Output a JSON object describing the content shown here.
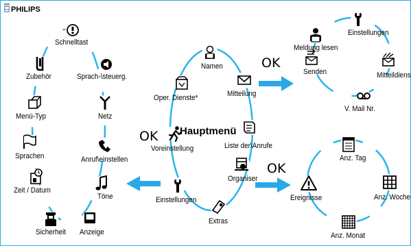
{
  "brand": "PHILIPS",
  "hub_title": "Hauptmenü",
  "ok_label": "OK",
  "colors": {
    "ring": "#29b5ec",
    "arrow": "#2aa8e6",
    "frame": "#29a9e8"
  },
  "main_menu": {
    "items": [
      {
        "id": "namen",
        "label": "Namen",
        "icon": "person-book-icon"
      },
      {
        "id": "mitteilung",
        "label": "Mitteilung",
        "icon": "envelope-icon"
      },
      {
        "id": "liste-anrufe",
        "label": "Liste der\\Anrufe",
        "icon": "call-list-icon"
      },
      {
        "id": "organiser",
        "label": "Organiser",
        "icon": "organiser-icon"
      },
      {
        "id": "extras",
        "label": "Extras",
        "icon": "extras-icon"
      },
      {
        "id": "einstellungen",
        "label": "Einstellungen",
        "icon": "wrench-icon"
      },
      {
        "id": "voreinstellung",
        "label": "Voreinstellung",
        "icon": "runner-icon"
      },
      {
        "id": "oper-dienste",
        "label": "Oper. Dienste*",
        "icon": "operator-icon"
      }
    ]
  },
  "messages_menu": {
    "items": [
      {
        "id": "meldung-lesen",
        "label": "Meldung lesen",
        "icon": "reader-icon"
      },
      {
        "id": "einstellungen",
        "label": "Einstellungen",
        "icon": "wrench-icon"
      },
      {
        "id": "mitteilungsdienst",
        "label": "Mitteildienst",
        "icon": "envelope-broadcast-icon"
      },
      {
        "id": "v-mail-nr",
        "label": "V. Mail Nr.",
        "icon": "voicemail-icon"
      },
      {
        "id": "senden",
        "label": "Senden",
        "icon": "send-envelope-icon"
      }
    ]
  },
  "settings_menu": {
    "items": [
      {
        "id": "schnelltast",
        "label": "Schnelltast",
        "icon": "hotkey-icon"
      },
      {
        "id": "sprachsteuerg",
        "label": "Sprach-\\steuerg.",
        "icon": "voice-icon"
      },
      {
        "id": "netz",
        "label": "Netz",
        "icon": "antenna-icon"
      },
      {
        "id": "anrufeinstellen",
        "label": "Anruf\\einstellen",
        "icon": "call-settings-icon"
      },
      {
        "id": "toene",
        "label": "Töne",
        "icon": "music-note-icon"
      },
      {
        "id": "anzeige",
        "label": "Anzeige",
        "icon": "display-icon"
      },
      {
        "id": "sicherheit",
        "label": "Sicherheit",
        "icon": "padlock-icon"
      },
      {
        "id": "zeit-datum",
        "label": "Zeit / Datum",
        "icon": "clock-icon"
      },
      {
        "id": "sprachen",
        "label": "Sprachen",
        "icon": "flag-icon"
      },
      {
        "id": "menue-typ",
        "label": "Menü-Typ",
        "icon": "menu-type-icon"
      },
      {
        "id": "zubehoer",
        "label": "Zubehör",
        "icon": "accessory-icon"
      }
    ]
  },
  "organiser_menu": {
    "items": [
      {
        "id": "anz-tag",
        "label": "Anz. Tag",
        "icon": "day-icon"
      },
      {
        "id": "anz-woche",
        "label": "Anz. Woche",
        "icon": "week-icon"
      },
      {
        "id": "anz-monat",
        "label": "Anz. Monat",
        "icon": "month-icon"
      },
      {
        "id": "ereignisse",
        "label": "Ereignisse",
        "icon": "warning-icon"
      }
    ]
  }
}
